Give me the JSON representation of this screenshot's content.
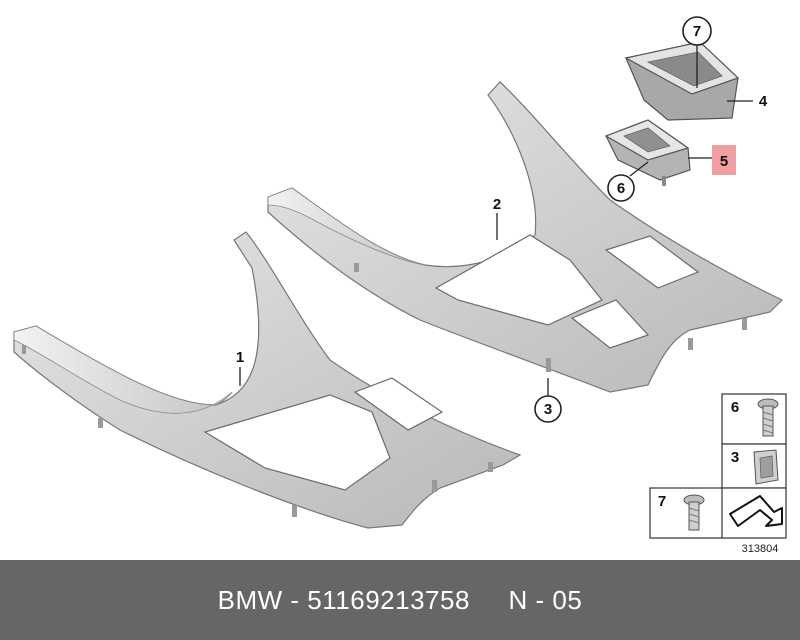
{
  "callouts": {
    "c1": "1",
    "c2": "2",
    "c3": "3",
    "c4": "4",
    "c5": "5",
    "c6": "6",
    "c7": "7"
  },
  "legend": {
    "screw_a": "6",
    "clip": "3",
    "screw_b": "7"
  },
  "reference_number": "313804",
  "footer": {
    "text": "BMW - 51169213758     N - 05"
  },
  "colors": {
    "highlight": "#f0a0a0",
    "footer_bg": "#666666",
    "part_fill": "#c9c9c9"
  }
}
